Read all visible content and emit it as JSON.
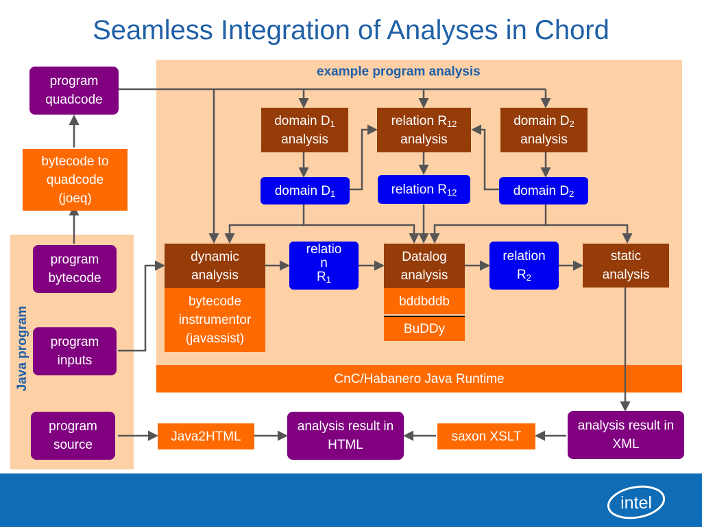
{
  "title": "Seamless Integration of Analyses in Chord",
  "panels": {
    "example": "example program analysis",
    "java": "Java program",
    "runtime": "CnC/Habanero Java Runtime"
  },
  "boxes": {
    "program_quadcode": "program quadcode",
    "bytecode_to_quadcode": "bytecode to quadcode (joeq)",
    "program_bytecode": "program bytecode",
    "program_inputs": "program inputs",
    "program_source": "program source",
    "java2html": "Java2HTML",
    "analysis_result_html": "analysis result in HTML",
    "saxon_xslt": "saxon XSLT",
    "analysis_result_xml": "analysis result in XML",
    "domain_d1_analysis": {
      "text": "domain D",
      "sub": "1",
      "suffix": "analysis"
    },
    "relation_r12_analysis": {
      "text": "relation R",
      "sub": "12",
      "suffix": "analysis"
    },
    "domain_d2_analysis": {
      "text": "domain D",
      "sub": "2",
      "suffix": "analysis"
    },
    "domain_d1": {
      "text": "domain D",
      "sub": "1"
    },
    "relation_r12": {
      "text": "relation R",
      "sub": "12"
    },
    "domain_d2": {
      "text": "domain D",
      "sub": "2"
    },
    "dynamic_analysis": "dynamic analysis",
    "bytecode_instrumentor": "bytecode instrumentor (javassist)",
    "relation_r1": {
      "line1": "relatio",
      "line2": "n",
      "text": "R",
      "sub": "1"
    },
    "datalog_analysis": "Datalog analysis",
    "bddbddb": "bddbddb",
    "buddy": "BuDDy",
    "relation_r2": {
      "text": "relation",
      "line2": "R",
      "sub": "2"
    },
    "static_analysis": "static analysis"
  },
  "logo": {
    "text": "intel"
  },
  "colors": {
    "title": "#1f5fa6",
    "panel": "#fdd0a6",
    "purple": "#800080",
    "brown": "#963c09",
    "blue": "#0000f0",
    "orange": "#ff6a00",
    "footer": "#0f6cb6"
  }
}
